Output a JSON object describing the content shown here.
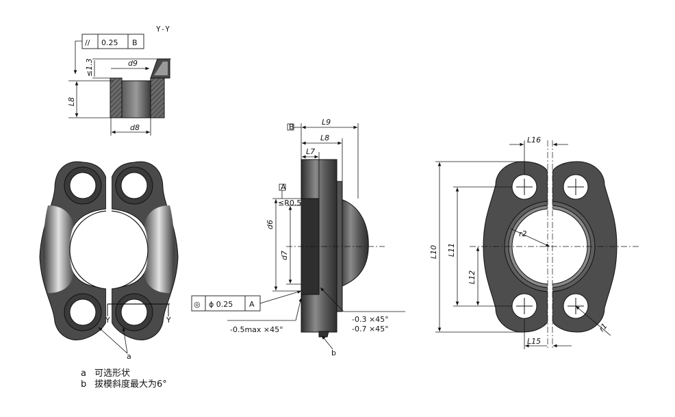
{
  "section_title": "Y-Y",
  "section_view": {
    "fcf_symbol": "//",
    "fcf_value": "0.25",
    "fcf_datum": "B",
    "dim_le13": "≤1.3",
    "dim_d9": "d9",
    "dim_L8": "L8",
    "dim_d8": "d8"
  },
  "front_view": {
    "callout": "a",
    "section_mark_1": "Y",
    "section_mark_2": "Y"
  },
  "side_view": {
    "datum_b_box": "B",
    "datum_a_box": "A",
    "dim_L9": "L9",
    "dim_L8": "L8",
    "dim_L7": "L7",
    "dim_d6": "d6",
    "dim_d7": "d7",
    "radius_note": "≤R0.5",
    "fcf_symbol": "◎",
    "fcf_value": "ϕ 0.25",
    "fcf_datum": "A",
    "chamfer_left": "-0.5max ×45°",
    "chamfer_right_1": "-0.3 ×45°",
    "chamfer_right_2": "-0.7 ×45°",
    "callout": "b"
  },
  "right_view": {
    "dim_L16": "L16",
    "dim_L15": "L15",
    "dim_L10": "L10",
    "dim_L11": "L11",
    "dim_L12": "L12",
    "radius_r2": "r2",
    "radius_r1": "r1"
  },
  "notes": [
    {
      "key": "a",
      "text": "可选形状"
    },
    {
      "key": "b",
      "text": "拔模斜度最大为6°"
    }
  ],
  "colors": {
    "body_dark": "#4a4a4a",
    "body_mid": "#6a6a6a",
    "highlight": "#d8d8d8",
    "line": "#111111"
  }
}
